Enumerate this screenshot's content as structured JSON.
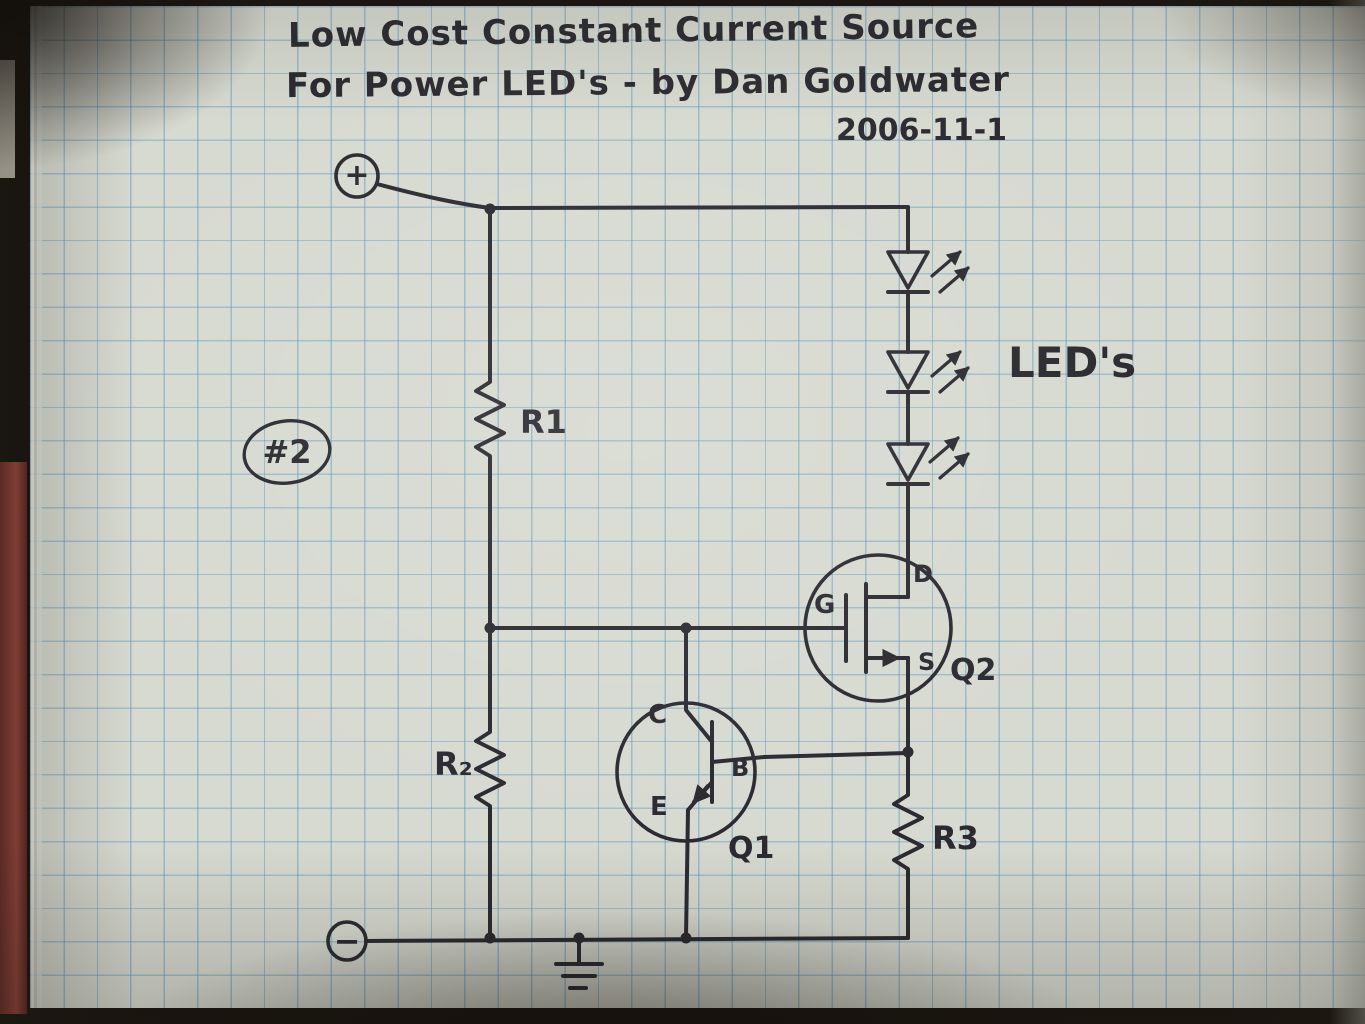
{
  "colors": {
    "paper": "#d7dad1",
    "grid_line": "#6098bc",
    "ink": "#2b2a30",
    "book_cover_red": "#93453a",
    "background_dark": "#17120d"
  },
  "title": {
    "line1": "Low Cost Constant Current Source",
    "line2": "For Power LED's - by Dan Goldwater",
    "date": "2006-11-1"
  },
  "page_marker": "#2",
  "labels": {
    "plus": "+",
    "minus": "−",
    "leds": "LED's",
    "r1": "R1",
    "r2": "R₂",
    "r3": "R3",
    "q1": "Q1",
    "q2": "Q2",
    "q1_pin_c": "C",
    "q1_pin_b": "B",
    "q1_pin_e": "E",
    "q2_pin_g": "G",
    "q2_pin_d": "D",
    "q2_pin_s": "S"
  },
  "diagram": {
    "type": "hand-drawn circuit schematic",
    "components": [
      {
        "id": "R1",
        "type": "resistor"
      },
      {
        "id": "R2",
        "type": "resistor"
      },
      {
        "id": "R3",
        "type": "resistor"
      },
      {
        "id": "Q1",
        "type": "transistor",
        "pins": [
          "C",
          "B",
          "E"
        ]
      },
      {
        "id": "Q2",
        "type": "MOSFET",
        "pins": [
          "G",
          "D",
          "S"
        ]
      },
      {
        "id": "LED string",
        "type": "LED",
        "count": 3
      },
      {
        "id": "V+",
        "type": "supply terminal"
      },
      {
        "id": "V-",
        "type": "supply terminal"
      },
      {
        "id": "GND",
        "type": "ground symbol"
      }
    ]
  }
}
